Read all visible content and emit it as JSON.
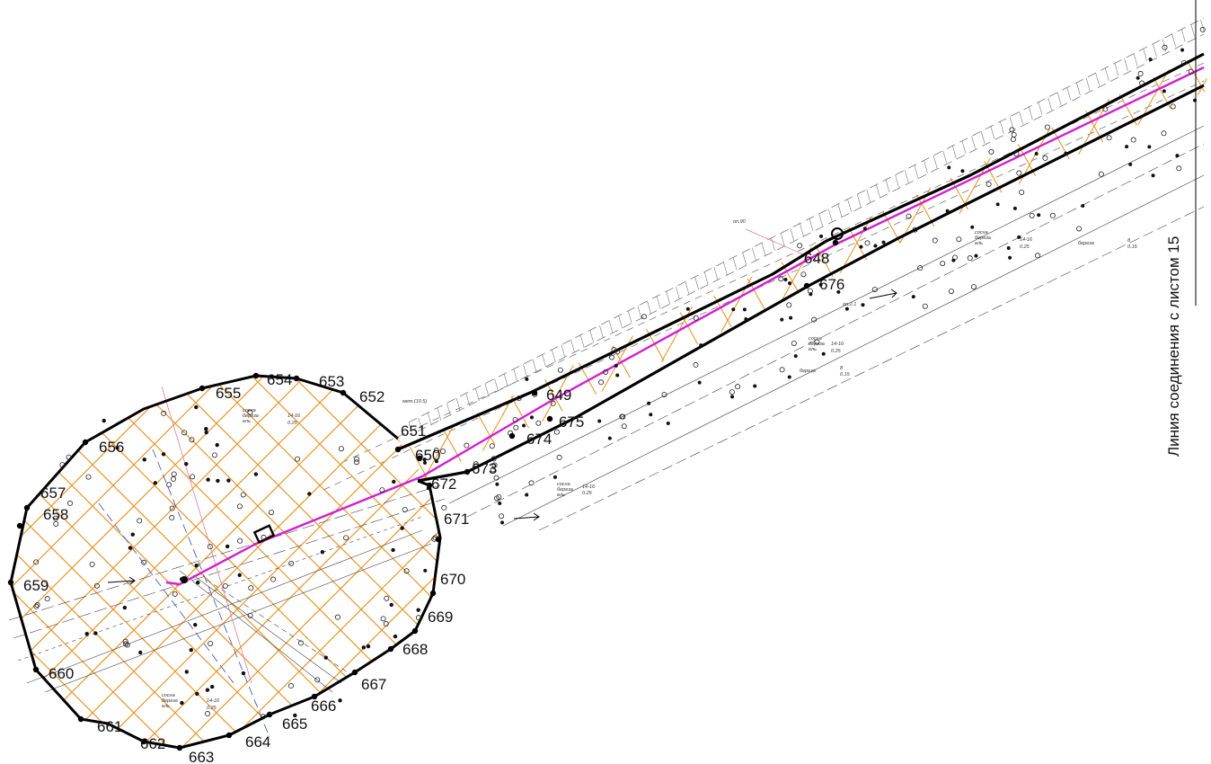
{
  "map": {
    "join_line_label": "Линия соединения с листом 15",
    "colors": {
      "boundary": "#000000",
      "grid": "#e8962a",
      "route": "#d21fd2",
      "thin": "#333333",
      "dashed": "#555555",
      "blue_dash": "#3a4fb8",
      "pink_line": "#e07a9a",
      "green": "#2a9a5a"
    },
    "boundary_points": [
      {
        "label": "648"
      },
      {
        "label": "649"
      },
      {
        "label": "650"
      },
      {
        "label": "651"
      },
      {
        "label": "652"
      },
      {
        "label": "653"
      },
      {
        "label": "654"
      },
      {
        "label": "655"
      },
      {
        "label": "656"
      },
      {
        "label": "657"
      },
      {
        "label": "658"
      },
      {
        "label": "659"
      },
      {
        "label": "660"
      },
      {
        "label": "661"
      },
      {
        "label": "662"
      },
      {
        "label": "663"
      },
      {
        "label": "664"
      },
      {
        "label": "665"
      },
      {
        "label": "666"
      },
      {
        "label": "667"
      },
      {
        "label": "668"
      },
      {
        "label": "669"
      },
      {
        "label": "670"
      },
      {
        "label": "671"
      },
      {
        "label": "672"
      },
      {
        "label": "673"
      },
      {
        "label": "674"
      },
      {
        "label": "675"
      },
      {
        "label": "676"
      }
    ],
    "tree_notes": [
      {
        "lines": [
          "сосна",
          "береза",
          "ель"
        ],
        "size": "14-16",
        "dist": "0.25"
      },
      {
        "lines": [
          "сосна",
          "береза",
          "ель"
        ],
        "size": "14-16",
        "dist": "0.25"
      },
      {
        "lines": [
          "сосна",
          "береза",
          "ель"
        ],
        "size": "14-16",
        "dist": "0.25"
      },
      {
        "lines": [
          "сосна",
          "береза",
          "ель"
        ],
        "size": "14-16",
        "dist": "0.25"
      },
      {
        "lines": [
          "сосна",
          "береза",
          "ель"
        ],
        "size": "14-16",
        "dist": "0.25"
      },
      {
        "lines": [
          "береза"
        ],
        "size": "8",
        "dist": "0.15"
      },
      {
        "lines": [
          "береза"
        ],
        "size": "8",
        "dist": "0.15"
      }
    ],
    "misc_labels": [
      "мет.(10.5)",
      "оп.90",
      "оп.2.1"
    ]
  }
}
